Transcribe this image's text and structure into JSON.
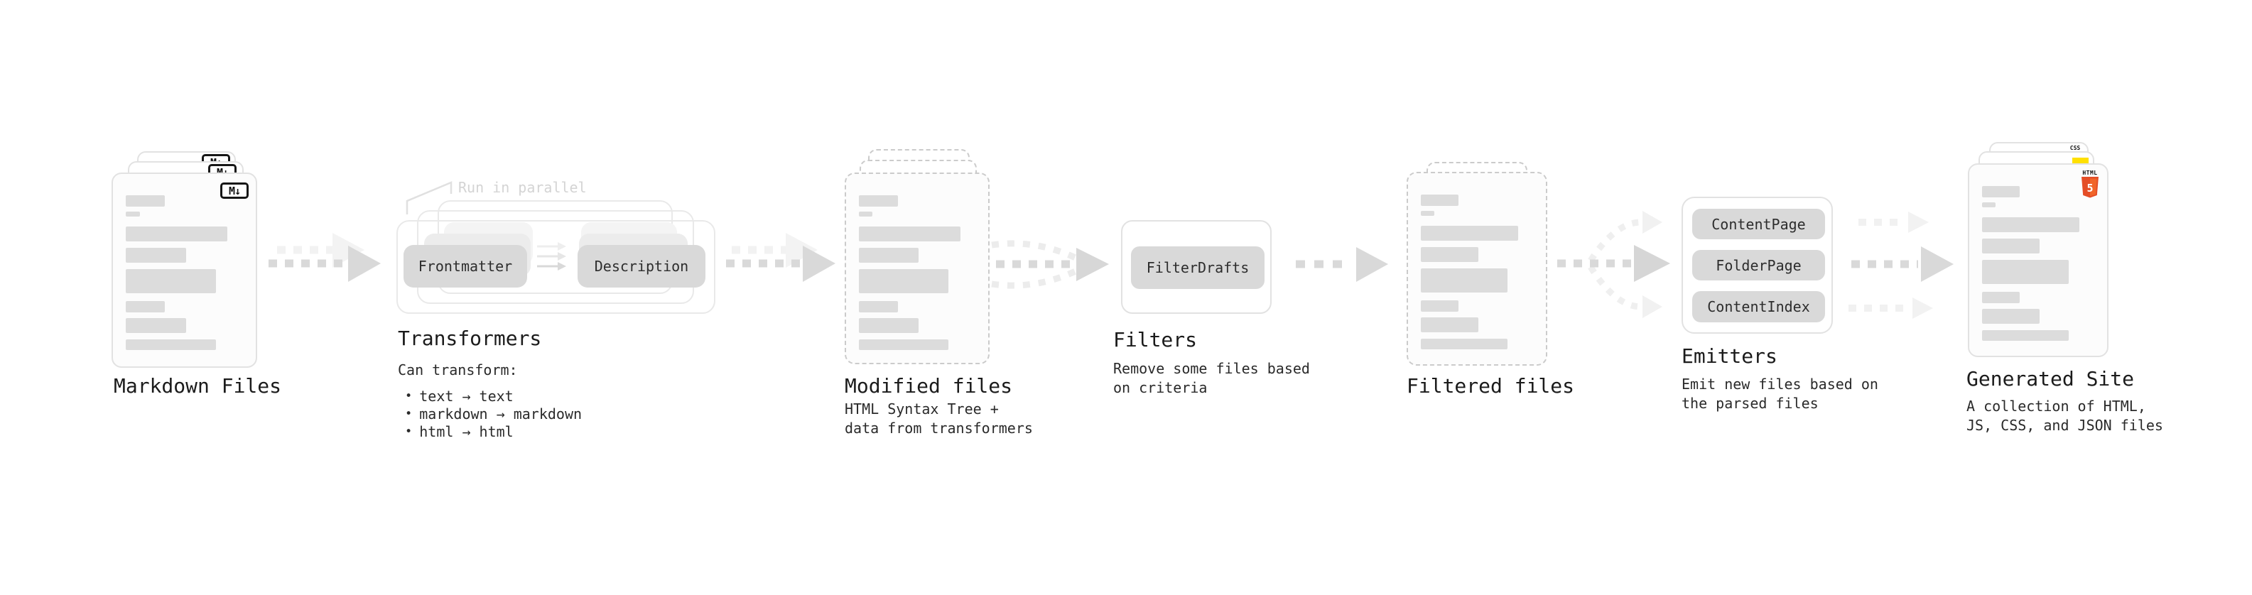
{
  "colors": {
    "html5_orange": "#e44d26",
    "html5_orange_light": "#f16529",
    "js_yellow": "#ffe001",
    "css_blue": "#2764e8",
    "arrow_gray": "#d9d9d9",
    "arrow_ghost": "#f2f2f2",
    "pill_gray": "#d9d9d9",
    "skeleton_gray": "#dcdcdc"
  },
  "stages": {
    "markdown_files": {
      "label": "Markdown Files",
      "badge": "M↓"
    },
    "transformers": {
      "title": "Transformers",
      "annotation": "Run in parallel",
      "pill_left": "Frontmatter",
      "pill_right": "Description",
      "notes_heading": "Can transform:",
      "bullet": "•",
      "notes_items": [
        "text → text",
        "markdown → markdown",
        "html → html"
      ]
    },
    "modified_files": {
      "label": "Modified files",
      "description": "HTML Syntax Tree +\ndata from transformers"
    },
    "filters": {
      "title": "Filters",
      "pill": "FilterDrafts",
      "description": "Remove some files based\non criteria"
    },
    "filtered_files": {
      "label": "Filtered files"
    },
    "emitters": {
      "title": "Emitters",
      "pills": [
        "ContentPage",
        "FolderPage",
        "ContentIndex"
      ],
      "description": "Emit new files based on\nthe parsed files"
    },
    "generated_site": {
      "label": "Generated Site",
      "description": "A collection of HTML,\nJS, CSS, and JSON files",
      "css_badge": "CSS",
      "html_badge_word": "HTML",
      "html_badge_number": "5"
    }
  }
}
